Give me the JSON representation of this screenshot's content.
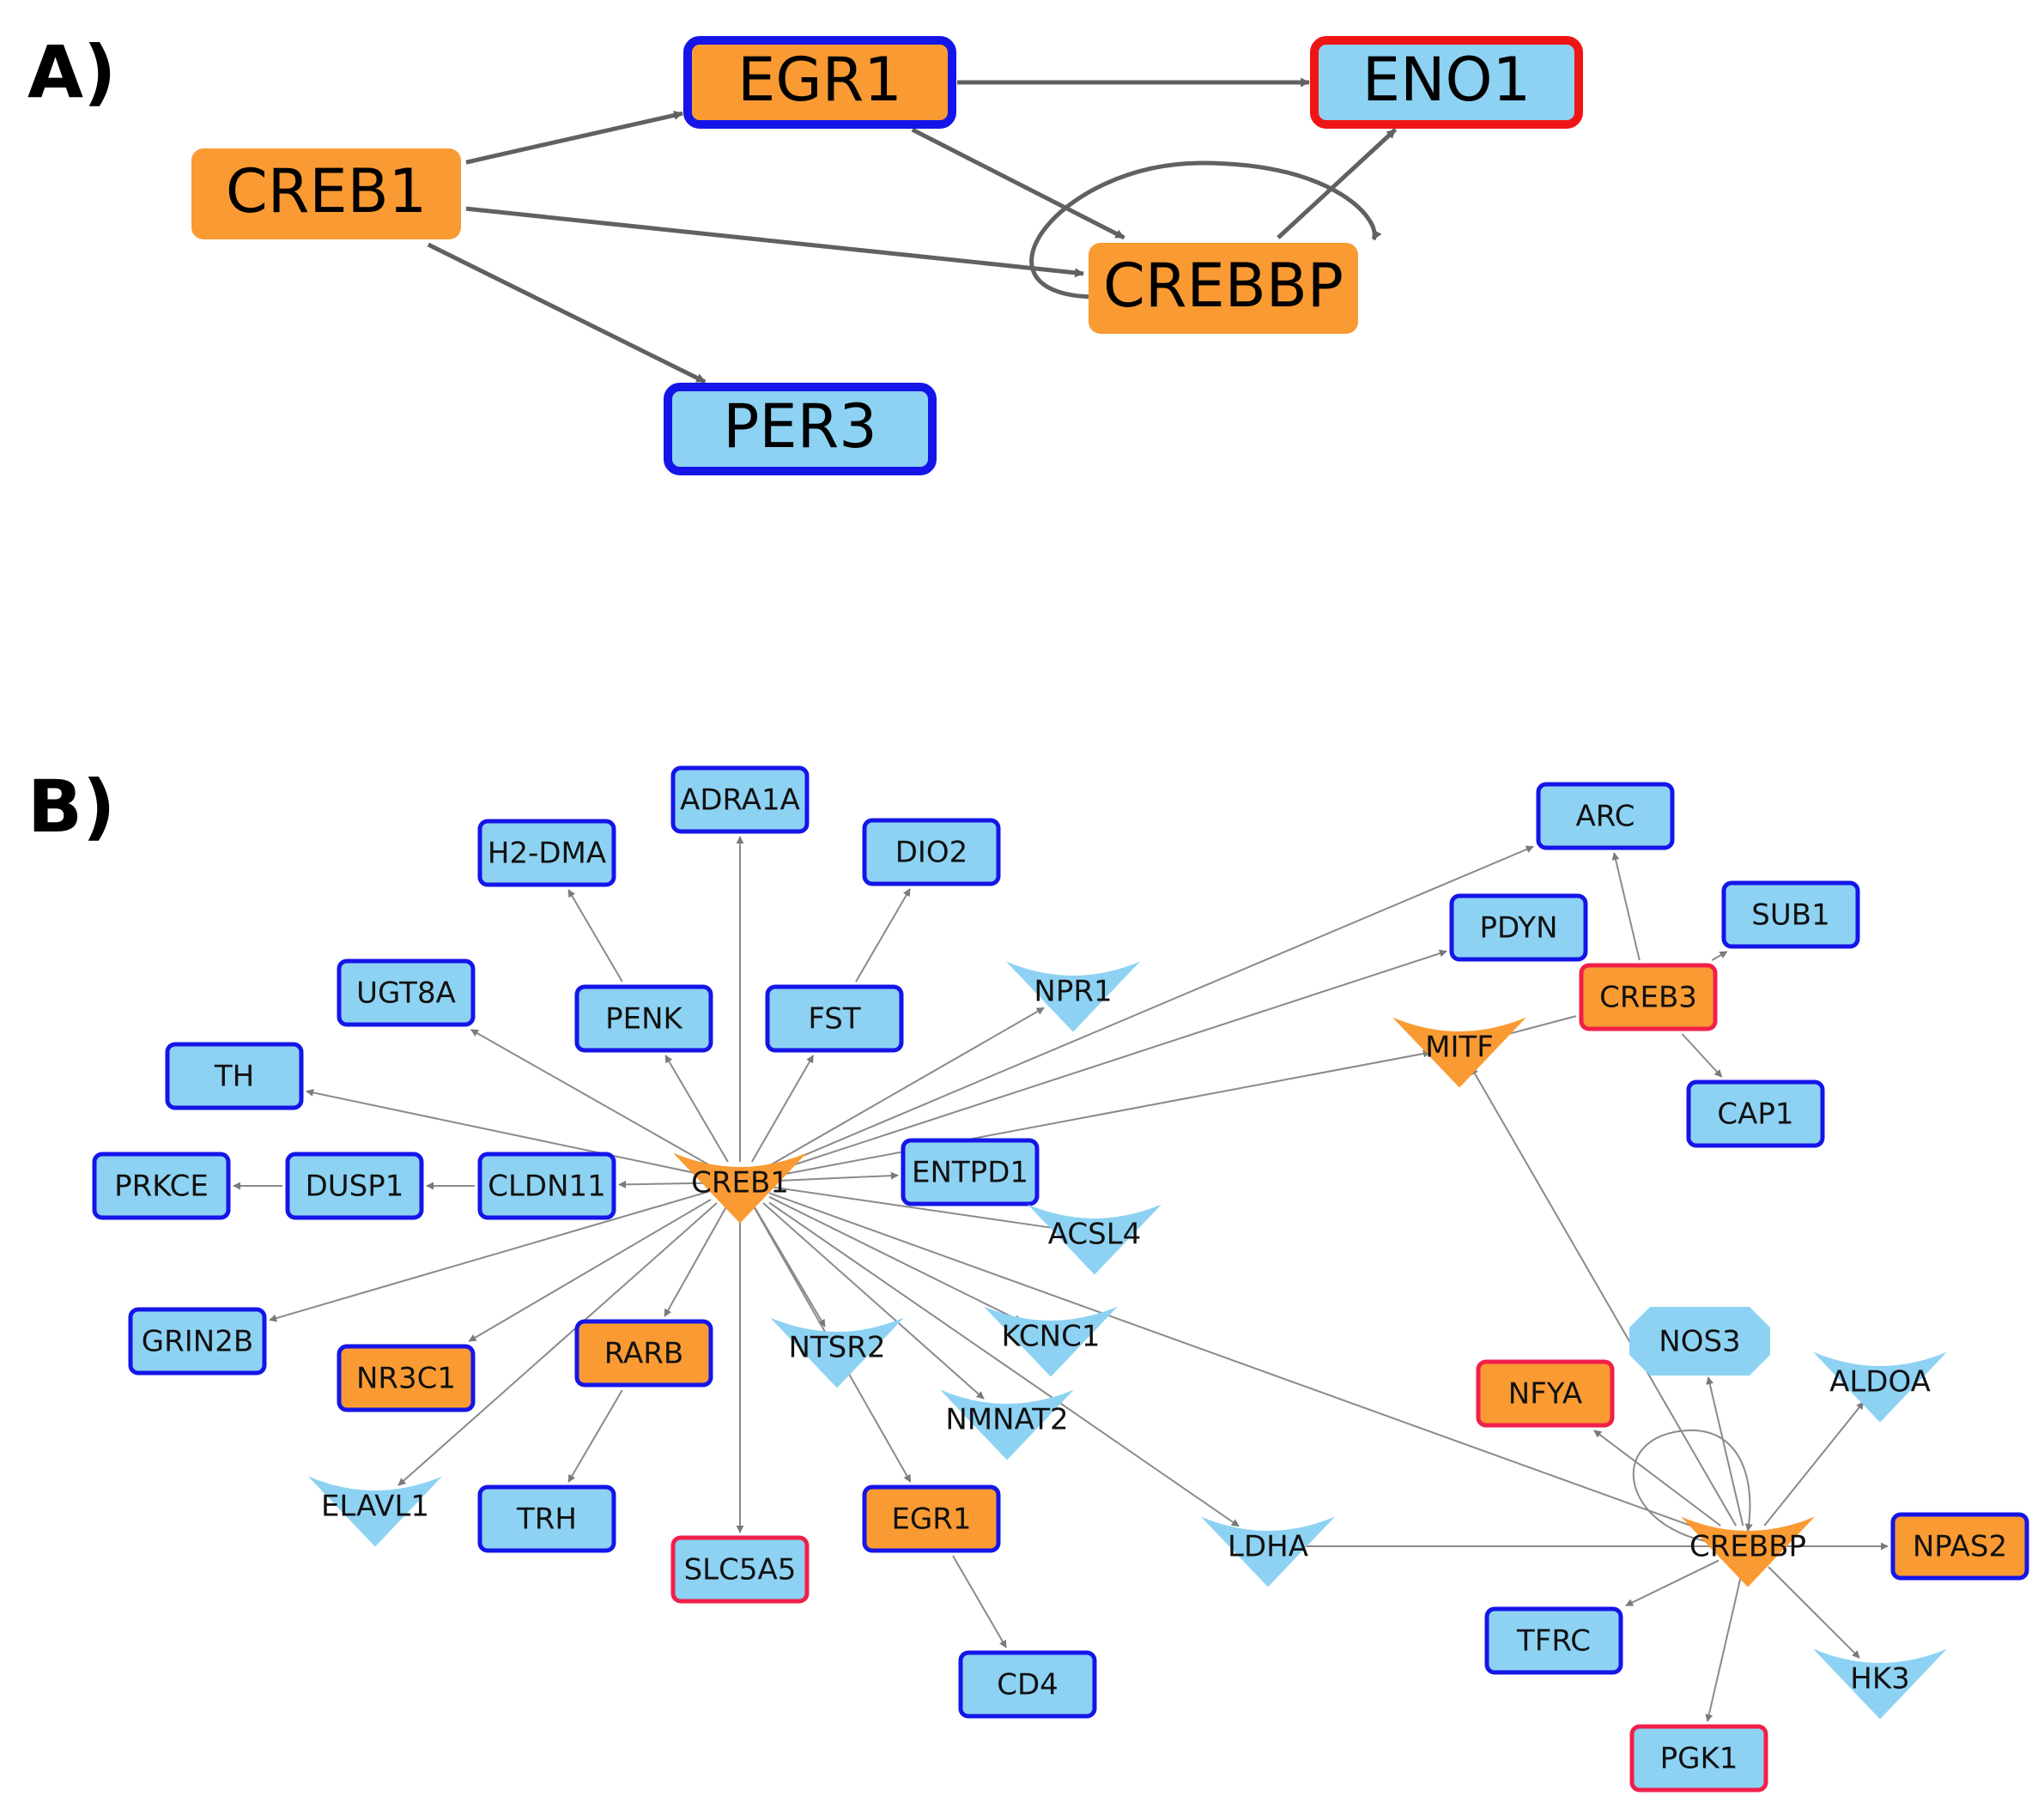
{
  "panel_a": {
    "label": "A)",
    "colors": {
      "tf": "#F99A33",
      "target": "#8DD2F3",
      "border_blue": "#1515E8",
      "border_red": "#F01515",
      "edge": "#616161"
    },
    "nodes": [
      {
        "id": "EGR1",
        "label": "EGR1",
        "fill": "tf",
        "border": "blue"
      },
      {
        "id": "ENO1",
        "label": "ENO1",
        "fill": "target",
        "border": "red"
      },
      {
        "id": "CREB1",
        "label": "CREB1",
        "fill": "tf",
        "border": "none"
      },
      {
        "id": "CREBBP",
        "label": "CREBBP",
        "fill": "tf",
        "border": "none"
      },
      {
        "id": "PER3",
        "label": "PER3",
        "fill": "target",
        "border": "blue"
      }
    ],
    "edges": [
      {
        "from": "CREB1",
        "to": "EGR1"
      },
      {
        "from": "CREB1",
        "to": "CREBBP"
      },
      {
        "from": "CREB1",
        "to": "PER3"
      },
      {
        "from": "EGR1",
        "to": "ENO1"
      },
      {
        "from": "EGR1",
        "to": "CREBBP"
      },
      {
        "from": "CREBBP",
        "to": "ENO1"
      },
      {
        "from": "CREBBP",
        "to": "CREBBP"
      }
    ]
  },
  "panel_b": {
    "label": "B)",
    "colors": {
      "tf": "#F99A33",
      "target": "#8DD2F3",
      "border_blue": "#1515E8",
      "border_red": "#F0204A",
      "edge": "#8A8A8A"
    },
    "nodes": [
      {
        "id": "ADRA1A",
        "label": "ADRA1A",
        "shape": "rect",
        "fill": "target",
        "border": "blue"
      },
      {
        "id": "H2-DMA",
        "label": "H2-DMA",
        "shape": "rect",
        "fill": "target",
        "border": "blue"
      },
      {
        "id": "DIO2",
        "label": "DIO2",
        "shape": "rect",
        "fill": "target",
        "border": "blue"
      },
      {
        "id": "ARC",
        "label": "ARC",
        "shape": "rect",
        "fill": "target",
        "border": "blue"
      },
      {
        "id": "SUB1",
        "label": "SUB1",
        "shape": "rect",
        "fill": "target",
        "border": "blue"
      },
      {
        "id": "PDYN",
        "label": "PDYN",
        "shape": "rect",
        "fill": "target",
        "border": "blue"
      },
      {
        "id": "UGT8A",
        "label": "UGT8A",
        "shape": "rect",
        "fill": "target",
        "border": "blue"
      },
      {
        "id": "PENK",
        "label": "PENK",
        "shape": "rect",
        "fill": "target",
        "border": "blue"
      },
      {
        "id": "FST",
        "label": "FST",
        "shape": "rect",
        "fill": "target",
        "border": "blue"
      },
      {
        "id": "NPR1",
        "label": "NPR1",
        "shape": "vee",
        "fill": "target",
        "border": "none"
      },
      {
        "id": "CREB3",
        "label": "CREB3",
        "shape": "rect",
        "fill": "tf",
        "border": "red"
      },
      {
        "id": "MITF",
        "label": "MITF",
        "shape": "vee",
        "fill": "tf",
        "border": "none"
      },
      {
        "id": "CAP1",
        "label": "CAP1",
        "shape": "rect",
        "fill": "target",
        "border": "blue"
      },
      {
        "id": "TH",
        "label": "TH",
        "shape": "rect",
        "fill": "target",
        "border": "blue"
      },
      {
        "id": "PRKCE",
        "label": "PRKCE",
        "shape": "rect",
        "fill": "target",
        "border": "blue"
      },
      {
        "id": "DUSP1",
        "label": "DUSP1",
        "shape": "rect",
        "fill": "target",
        "border": "blue"
      },
      {
        "id": "CLDN11",
        "label": "CLDN11",
        "shape": "rect",
        "fill": "target",
        "border": "blue"
      },
      {
        "id": "CREB1",
        "label": "CREB1",
        "shape": "vee",
        "fill": "tf",
        "border": "none"
      },
      {
        "id": "ENTPD1",
        "label": "ENTPD1",
        "shape": "rect",
        "fill": "target",
        "border": "blue"
      },
      {
        "id": "ACSL4",
        "label": "ACSL4",
        "shape": "vee",
        "fill": "target",
        "border": "none"
      },
      {
        "id": "GRIN2B",
        "label": "GRIN2B",
        "shape": "rect",
        "fill": "target",
        "border": "blue"
      },
      {
        "id": "NR3C1",
        "label": "NR3C1",
        "shape": "rect",
        "fill": "tf",
        "border": "blue"
      },
      {
        "id": "RARB",
        "label": "RARB",
        "shape": "rect",
        "fill": "tf",
        "border": "blue"
      },
      {
        "id": "NTSR2",
        "label": "NTSR2",
        "shape": "vee",
        "fill": "target",
        "border": "none"
      },
      {
        "id": "KCNC1",
        "label": "KCNC1",
        "shape": "vee",
        "fill": "target",
        "border": "none"
      },
      {
        "id": "NOS3",
        "label": "NOS3",
        "shape": "octagon",
        "fill": "target",
        "border": "none"
      },
      {
        "id": "ALDOA",
        "label": "ALDOA",
        "shape": "vee",
        "fill": "target",
        "border": "none"
      },
      {
        "id": "NFYA",
        "label": "NFYA",
        "shape": "rect",
        "fill": "tf",
        "border": "red"
      },
      {
        "id": "NMNAT2",
        "label": "NMNAT2",
        "shape": "vee",
        "fill": "target",
        "border": "none"
      },
      {
        "id": "ELAVL1",
        "label": "ELAVL1",
        "shape": "vee",
        "fill": "target",
        "border": "none"
      },
      {
        "id": "TRH",
        "label": "TRH",
        "shape": "rect",
        "fill": "target",
        "border": "blue"
      },
      {
        "id": "EGR1",
        "label": "EGR1",
        "shape": "rect",
        "fill": "tf",
        "border": "blue"
      },
      {
        "id": "SLC5A5",
        "label": "SLC5A5",
        "shape": "rect",
        "fill": "target",
        "border": "red"
      },
      {
        "id": "LDHA",
        "label": "LDHA",
        "shape": "vee",
        "fill": "target",
        "border": "none"
      },
      {
        "id": "CREBBP",
        "label": "CREBBP",
        "shape": "vee",
        "fill": "tf",
        "border": "none"
      },
      {
        "id": "NPAS2",
        "label": "NPAS2",
        "shape": "rect",
        "fill": "tf",
        "border": "blue"
      },
      {
        "id": "TFRC",
        "label": "TFRC",
        "shape": "rect",
        "fill": "target",
        "border": "blue"
      },
      {
        "id": "CD4",
        "label": "CD4",
        "shape": "rect",
        "fill": "target",
        "border": "blue"
      },
      {
        "id": "HK3",
        "label": "HK3",
        "shape": "vee",
        "fill": "target",
        "border": "none"
      },
      {
        "id": "PGK1",
        "label": "PGK1",
        "shape": "rect",
        "fill": "target",
        "border": "red"
      }
    ],
    "edges": [
      {
        "from": "CREB1",
        "to": "ADRA1A"
      },
      {
        "from": "CREB1",
        "to": "PENK"
      },
      {
        "from": "CREB1",
        "to": "FST"
      },
      {
        "from": "CREB1",
        "to": "UGT8A"
      },
      {
        "from": "CREB1",
        "to": "TH"
      },
      {
        "from": "CREB1",
        "to": "CLDN11"
      },
      {
        "from": "CREB1",
        "to": "GRIN2B"
      },
      {
        "from": "CREB1",
        "to": "NR3C1"
      },
      {
        "from": "CREB1",
        "to": "RARB"
      },
      {
        "from": "CREB1",
        "to": "ELAVL1"
      },
      {
        "from": "CREB1",
        "to": "SLC5A5"
      },
      {
        "from": "CREB1",
        "to": "NTSR2"
      },
      {
        "from": "CREB1",
        "to": "EGR1"
      },
      {
        "from": "CREB1",
        "to": "NMNAT2"
      },
      {
        "from": "CREB1",
        "to": "KCNC1"
      },
      {
        "from": "CREB1",
        "to": "LDHA"
      },
      {
        "from": "CREB1",
        "to": "ACSL4"
      },
      {
        "from": "CREB1",
        "to": "ENTPD1"
      },
      {
        "from": "CREB1",
        "to": "NPR1"
      },
      {
        "from": "CREB1",
        "to": "ARC"
      },
      {
        "from": "CREB1",
        "to": "PDYN"
      },
      {
        "from": "CREB1",
        "to": "MITF"
      },
      {
        "from": "CREB1",
        "to": "CREBBP"
      },
      {
        "from": "CLDN11",
        "to": "DUSP1"
      },
      {
        "from": "DUSP1",
        "to": "PRKCE"
      },
      {
        "from": "PENK",
        "to": "H2-DMA"
      },
      {
        "from": "FST",
        "to": "DIO2"
      },
      {
        "from": "RARB",
        "to": "TRH"
      },
      {
        "from": "EGR1",
        "to": "CD4"
      },
      {
        "from": "CREB3",
        "to": "ARC"
      },
      {
        "from": "CREB3",
        "to": "SUB1"
      },
      {
        "from": "CREB3",
        "to": "CAP1"
      },
      {
        "from": "CREB3",
        "to": "MITF"
      },
      {
        "from": "CREBBP",
        "to": "MITF"
      },
      {
        "from": "CREBBP",
        "to": "NOS3"
      },
      {
        "from": "CREBBP",
        "to": "ALDOA"
      },
      {
        "from": "CREBBP",
        "to": "NFYA"
      },
      {
        "from": "CREBBP",
        "to": "NPAS2"
      },
      {
        "from": "CREBBP",
        "to": "TFRC"
      },
      {
        "from": "CREBBP",
        "to": "HK3"
      },
      {
        "from": "CREBBP",
        "to": "PGK1"
      },
      {
        "from": "CREBBP",
        "to": "LDHA"
      },
      {
        "from": "CREBBP",
        "to": "CREBBP"
      }
    ]
  }
}
